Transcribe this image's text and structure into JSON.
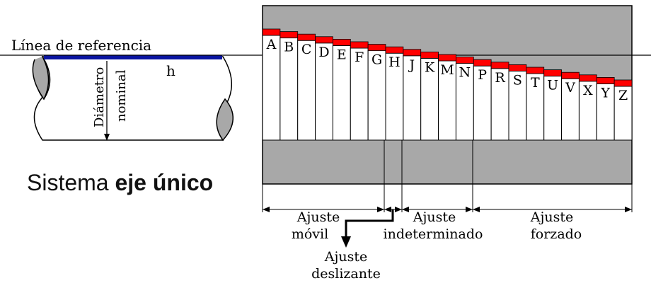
{
  "reference_line_label": "Línea de referencia",
  "shaft": {
    "h_label": "h",
    "diameter_label_line1": "Diámetro",
    "diameter_label_line2": "nominal"
  },
  "title": {
    "prefix": "Sistema ",
    "bold": "eje único"
  },
  "positions": [
    "A",
    "B",
    "C",
    "D",
    "E",
    "F",
    "G",
    "H",
    "J",
    "K",
    "M",
    "N",
    "P",
    "R",
    "S",
    "T",
    "U",
    "V",
    "X",
    "Y",
    "Z"
  ],
  "fit_ranges": {
    "movil": {
      "line1": "Ajuste",
      "line2": "móvil"
    },
    "indeterminado": {
      "line1": "Ajuste",
      "line2": "indeterminado"
    },
    "forzado": {
      "line1": "Ajuste",
      "line2": "forzado"
    },
    "deslizante": {
      "line1": "Ajuste",
      "line2": "deslizante"
    }
  },
  "colors": {
    "reference_band": "#0a14a0",
    "tolerance_band": "#ff0000",
    "gray": "#a8a8a8"
  }
}
